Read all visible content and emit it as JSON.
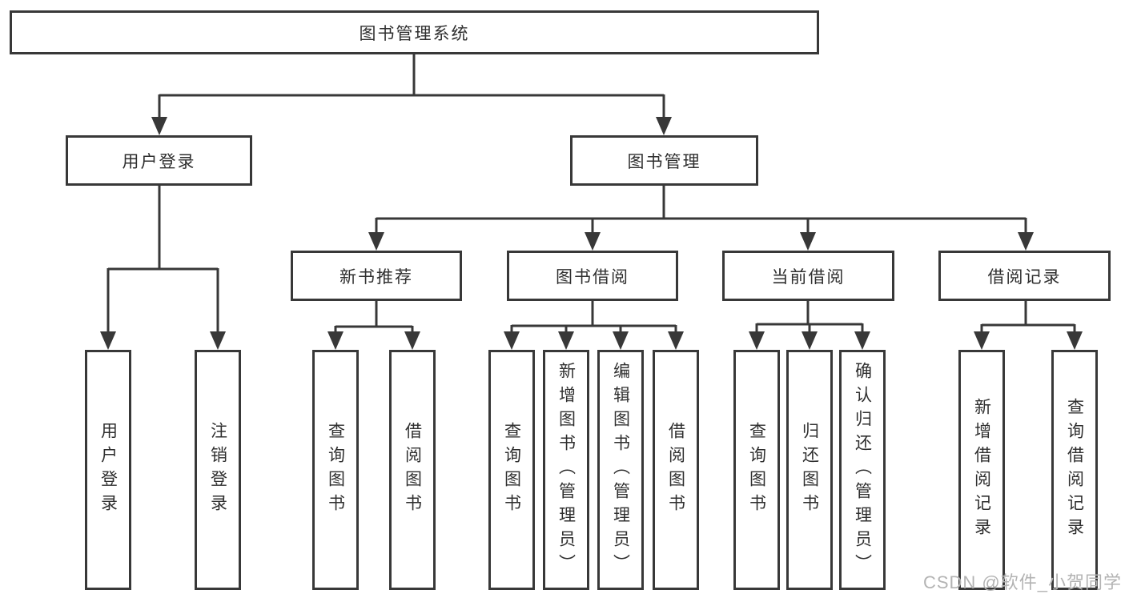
{
  "tree": {
    "root": {
      "label": "图书管理系统"
    },
    "branches": [
      {
        "label": "用户登录",
        "children": [
          {
            "label": "用户登录"
          },
          {
            "label": "注销登录"
          }
        ]
      },
      {
        "label": "图书管理",
        "groups": [
          {
            "label": "新书推荐",
            "children": [
              {
                "label": "查询图书"
              },
              {
                "label": "借阅图书"
              }
            ]
          },
          {
            "label": "图书借阅",
            "children": [
              {
                "label": "查询图书"
              },
              {
                "label": "新增图书（管理员）"
              },
              {
                "label": "编辑图书（管理员）"
              },
              {
                "label": "借阅图书"
              }
            ]
          },
          {
            "label": "当前借阅",
            "children": [
              {
                "label": "查询图书"
              },
              {
                "label": "归还图书"
              },
              {
                "label": "确认归还（管理员）"
              }
            ]
          },
          {
            "label": "借阅记录",
            "children": [
              {
                "label": "新增借阅记录"
              },
              {
                "label": "查询借阅记录"
              }
            ]
          }
        ]
      }
    ]
  },
  "watermark": {
    "text": "CSDN @软件_小贺同学"
  },
  "colors": {
    "line": "#383838",
    "text": "#2f2f2f",
    "watermark": "#b3b3b3",
    "background": "#ffffff"
  }
}
